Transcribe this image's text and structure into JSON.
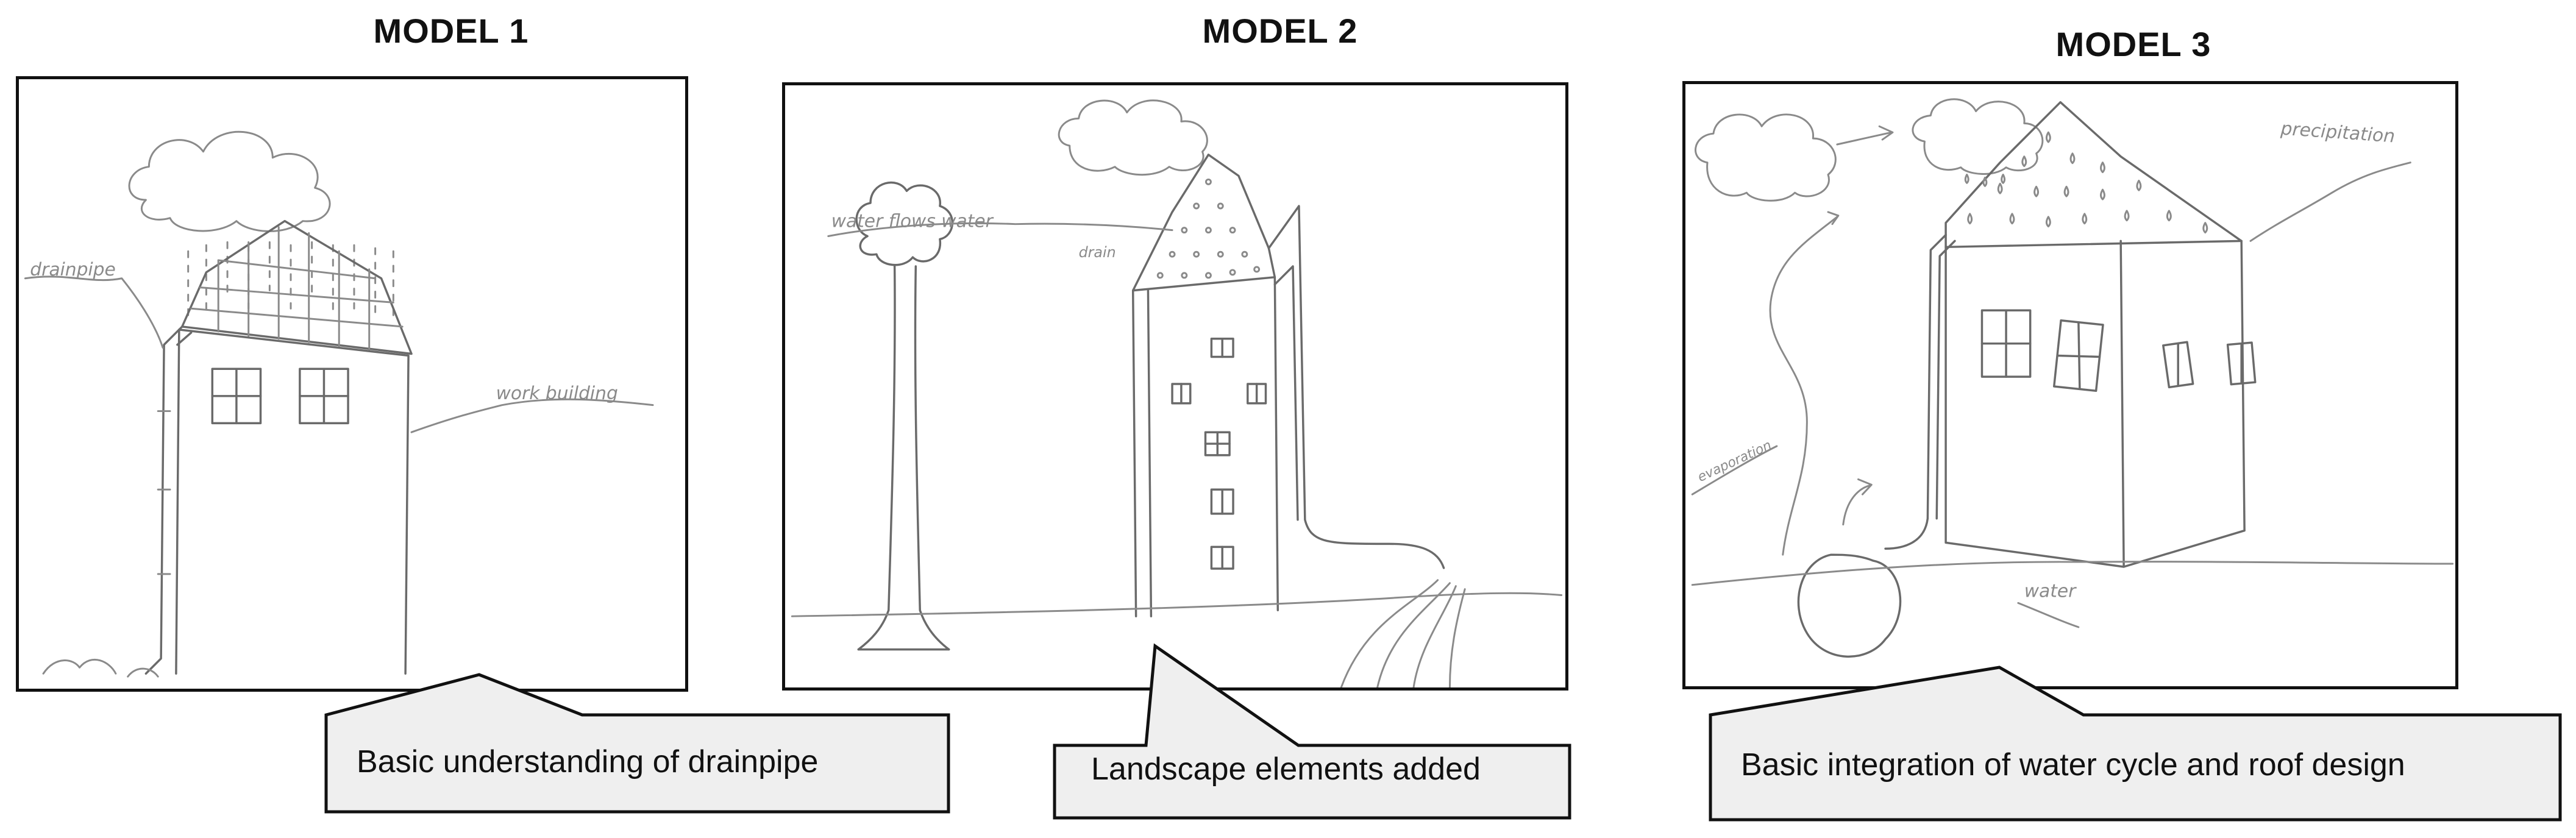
{
  "models": [
    {
      "title": "MODEL 1",
      "labels": {
        "drainpipe": "drainpipe",
        "building": "work building"
      },
      "callout": "Basic understanding of drainpipe"
    },
    {
      "title": "MODEL 2",
      "labels": {
        "water_flow": "water flows water",
        "drain": "drain"
      },
      "callout": "Landscape elements added"
    },
    {
      "title": "MODEL 3",
      "labels": {
        "precipitation": "precipitation",
        "evaporation": "evaporation",
        "water": "water"
      },
      "callout": "Basic integration of water cycle and roof design"
    }
  ],
  "colors": {
    "frame": "#111111",
    "callout_fill": "#efefef",
    "sketch": "#8a8a8a"
  }
}
